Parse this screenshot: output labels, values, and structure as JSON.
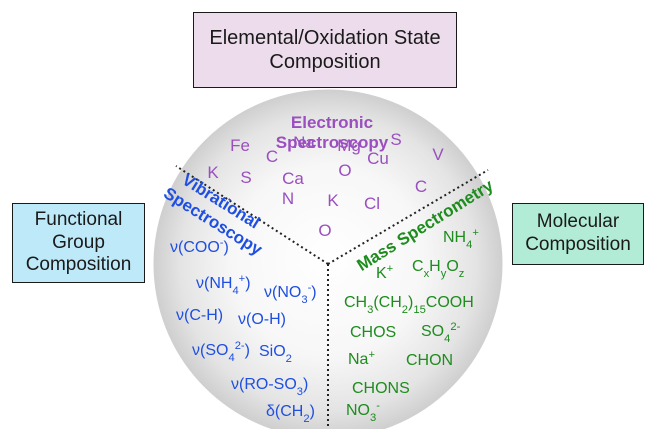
{
  "boxes": {
    "top": {
      "lines": [
        "Elemental/Oxidation State",
        "Composition"
      ]
    },
    "left": {
      "lines": [
        "Functional",
        "Group",
        "Composition"
      ]
    },
    "right": {
      "lines": [
        "Molecular",
        "Composition"
      ]
    }
  },
  "sectors": {
    "electronic": {
      "title_lines": [
        "Electronic",
        "Spectroscopy"
      ],
      "color": "#9b4fbf",
      "items": [
        {
          "t": "Fe"
        },
        {
          "t": "C"
        },
        {
          "t": "Na"
        },
        {
          "t": "Mg"
        },
        {
          "t": "S"
        },
        {
          "t": "K"
        },
        {
          "t": "S"
        },
        {
          "t": "Ca"
        },
        {
          "t": "O"
        },
        {
          "t": "Cu"
        },
        {
          "t": "V"
        },
        {
          "t": "N"
        },
        {
          "t": "K"
        },
        {
          "t": "Cl"
        },
        {
          "t": "C"
        },
        {
          "t": "O"
        }
      ]
    },
    "vibrational": {
      "title_lines": [
        "Vibrational",
        "Spectroscopy"
      ],
      "color": "#1f4fe0",
      "items": [
        {
          "t": "ν(COO",
          "sup": "-",
          "after": ")"
        },
        {
          "t": "ν(NH",
          "sub": "4",
          "sup": "+",
          "after": ")"
        },
        {
          "t": "ν(NO",
          "sub": "3",
          "sup": "-",
          "after": ")"
        },
        {
          "t": "ν(C-H)"
        },
        {
          "t": "ν(O-H)"
        },
        {
          "t": "ν(SO",
          "sub": "4",
          "sup": "2-",
          "after": ")"
        },
        {
          "t": "SiO",
          "sub": "2"
        },
        {
          "t": "ν(RO-SO",
          "sub": "3",
          "after": ")"
        },
        {
          "t": "δ(CH",
          "sub": "2",
          "after": ")"
        }
      ]
    },
    "mass": {
      "title": "Mass Spectrometry",
      "color": "#1e8c1e",
      "items": [
        {
          "t": "NH",
          "sub": "4",
          "sup": "+"
        },
        {
          "t": "K",
          "sup": "+"
        },
        {
          "rich": [
            [
              "C",
              ""
            ],
            [
              "x",
              "sub"
            ],
            [
              "H",
              ""
            ],
            [
              "y",
              "sub"
            ],
            [
              "O",
              ""
            ],
            [
              "z",
              "sub"
            ]
          ]
        },
        {
          "rich": [
            [
              "CH",
              ""
            ],
            [
              "3",
              "sub"
            ],
            [
              "(CH",
              ""
            ],
            [
              "2",
              "sub"
            ],
            [
              ")",
              ""
            ],
            [
              "15",
              "sub"
            ],
            [
              "COOH",
              ""
            ]
          ]
        },
        {
          "t": "CHOS"
        },
        {
          "t": "SO",
          "sub": "4",
          "sup": "2-"
        },
        {
          "t": "Na",
          "sup": "+"
        },
        {
          "t": "CHON"
        },
        {
          "t": "CHONS"
        },
        {
          "t": "NO",
          "sub": "3",
          "sup": "-"
        }
      ]
    }
  }
}
